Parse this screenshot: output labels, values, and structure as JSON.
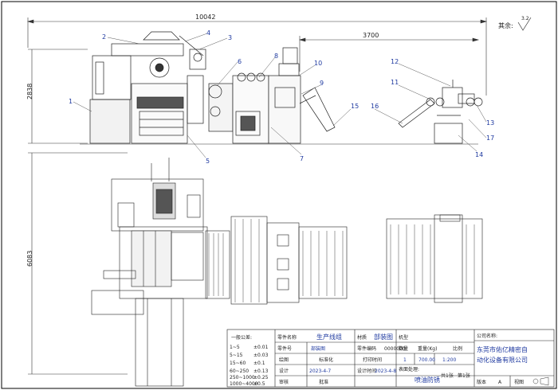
{
  "dimensions": {
    "overall_width": "10042",
    "press_width": "3700",
    "height_top": "2838",
    "height_bottom": "6083"
  },
  "roughness": {
    "label": "其余:",
    "value": "3.2"
  },
  "part_labels": [
    "1",
    "2",
    "3",
    "4",
    "5",
    "6",
    "7",
    "8",
    "9",
    "10",
    "11",
    "12",
    "13",
    "14",
    "15",
    "16",
    "17"
  ],
  "tolerance": {
    "title": "一般公差:",
    "rows": [
      {
        "range": "1~5",
        "tol": "±0.01"
      },
      {
        "range": "5~15",
        "tol": "±0.03"
      },
      {
        "range": "15~60",
        "tol": "±0.1"
      },
      {
        "range": "60~250",
        "tol": "±0.13"
      },
      {
        "range": "250~1000",
        "tol": "±0.25"
      },
      {
        "range": "1000~4000",
        "tol": "±0.5"
      }
    ]
  },
  "title_block": {
    "part_name_label": "零件名称",
    "part_name": "生产线组",
    "material_label": "材质",
    "material": "部装图",
    "drawing_no_label": "机型",
    "part_no_label": "零件号",
    "part_no": "部装图",
    "code_label": "零件编码",
    "code": "0000000",
    "qty_label": "数量",
    "weight_label": "重量(Kg)",
    "scale_label": "比例",
    "qty": "1",
    "weight": "700.00",
    "scale": "1:200",
    "draw_label": "绘图",
    "standard_label": "标准化",
    "print_time_label": "打印时间",
    "design_label": "设计",
    "design_time_label": "设计时间",
    "design_date": "2023-4-7",
    "design_date2": "2023-4-8",
    "surface_label": "表面处理:",
    "surface": "喷油防锈",
    "review_label": "审核",
    "approve_label": "批准",
    "total_sheets": "共1张",
    "sheet_no": "第1张",
    "company_label": "公司名称:",
    "company_line1": "东莞市佑亿精密自",
    "company_line2": "动化设备有限公司",
    "revision_label": "版本",
    "revision": "A",
    "view_label": "视图"
  }
}
